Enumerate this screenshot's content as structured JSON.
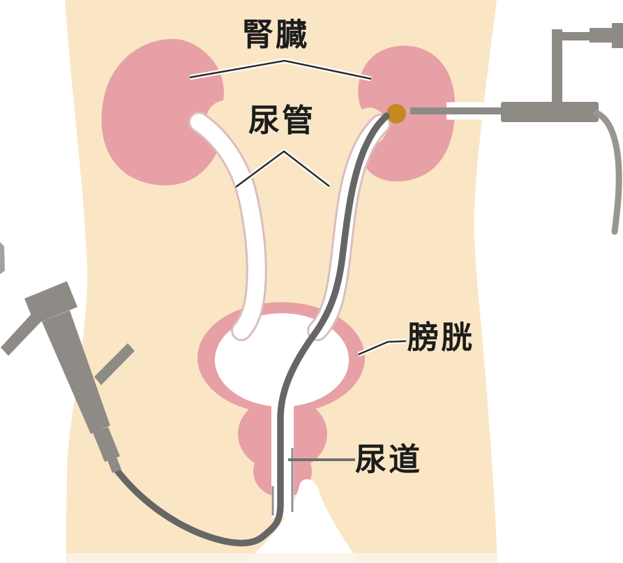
{
  "labels": {
    "kidney": "腎臓",
    "ureter": "尿管",
    "bladder": "膀胱",
    "urethra": "尿道"
  },
  "colors": {
    "background": "#ffffff",
    "skin": "#fae6c5",
    "organ_pink": "#e7a0a6",
    "ureter_outline": "#d9bdbf",
    "lumen_white": "#ffffff",
    "stone_gold": "#c5891f",
    "device_gray": "#8e8b86",
    "scope_gray": "#666666",
    "leader_line": "#2b2b2b",
    "label_text": "#1c1c1c"
  }
}
